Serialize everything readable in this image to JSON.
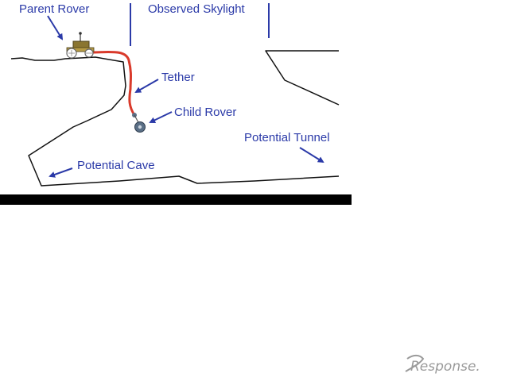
{
  "labels": {
    "parent_rover": "Parent Rover",
    "observed_skylight": "Observed Skylight",
    "tether": "Tether",
    "child_rover": "Child Rover",
    "potential_tunnel": "Potential Tunnel",
    "potential_cave": "Potential Cave"
  },
  "watermark": "Response.",
  "colors": {
    "label_text": "#2b3aa8",
    "arrow": "#2b3aa8",
    "tether": "#d93a2b",
    "terrain_line": "#111111",
    "band": "#000000",
    "rover_body": "#8a7530",
    "child_rover": "#5a6f86",
    "watermark": "#9a9a9a"
  },
  "icons": [
    "parent-rover-icon",
    "child-rover-icon",
    "arrow-icon"
  ]
}
